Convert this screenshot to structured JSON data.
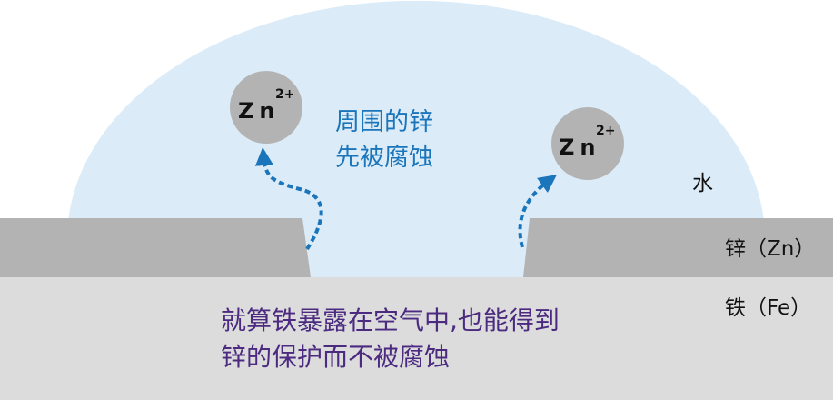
{
  "colors": {
    "water": "#dbecf8",
    "zinc": "#b3b3b3",
    "iron": "#dcdcdc",
    "ion": "#b3b3b3",
    "arrow": "#1b75bb",
    "blue_text": "#1b75bb",
    "purple_text": "#4b2a80"
  },
  "ions": [
    {
      "symbol": "Zn",
      "charge": "2+"
    },
    {
      "symbol": "Zn",
      "charge": "2+"
    }
  ],
  "labels": {
    "corrosion_line1": "周围的锌",
    "corrosion_line2": "先被腐蚀",
    "water": "水",
    "zinc": "锌（Zn）",
    "iron": "铁（Fe）",
    "protection_line1": "就算铁暴露在空气中,也能得到",
    "protection_line2": "锌的保护而不被腐蚀"
  }
}
